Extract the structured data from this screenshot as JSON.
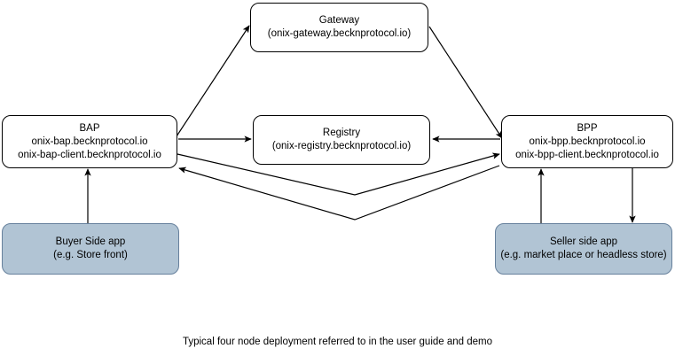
{
  "diagram": {
    "caption": "Typical four node deployment referred to in the user guide and demo",
    "colors": {
      "node_fill": "#ffffff",
      "node_stroke": "#000000",
      "shaded_fill": "#b1c4d4",
      "shaded_stroke": "#66809c",
      "connector": "#000000",
      "background": "#ffffff"
    },
    "nodes": {
      "gateway": {
        "title": "Gateway",
        "subtitle": "(onix-gateway.becknprotocol.io)"
      },
      "bap": {
        "title": "BAP",
        "host": "onix-bap.becknprotocol.io",
        "client_host": "onix-bap-client.becknprotocol.io"
      },
      "registry": {
        "title": "Registry",
        "subtitle": "(onix-registry.becknprotocol.io)"
      },
      "bpp": {
        "title": "BPP",
        "host": "onix-bpp.becknprotocol.io",
        "client_host": "onix-bpp-client.becknprotocol.io"
      },
      "buyer_app": {
        "title": "Buyer Side app",
        "subtitle": "(e.g. Store front)"
      },
      "seller_app": {
        "title": "Seller side app",
        "subtitle": "(e.g. market place or headless store)"
      }
    },
    "connectors": [
      {
        "name": "bap-to-gateway",
        "from": "bap",
        "to": "gateway",
        "arrow": "single"
      },
      {
        "name": "gateway-to-bpp",
        "from": "gateway",
        "to": "bpp",
        "arrow": "single"
      },
      {
        "name": "bap-to-registry",
        "from": "bap",
        "to": "registry",
        "arrow": "single"
      },
      {
        "name": "bpp-to-registry",
        "from": "bpp",
        "to": "registry",
        "arrow": "single"
      },
      {
        "name": "bap-to-bpp",
        "from": "bap",
        "to": "bpp",
        "arrow": "single"
      },
      {
        "name": "bpp-to-bap",
        "from": "bpp",
        "to": "bap",
        "arrow": "single"
      },
      {
        "name": "buyer-app-to-bap",
        "from": "buyer_app",
        "to": "bap",
        "arrow": "single"
      },
      {
        "name": "seller-app-to-bpp",
        "from": "seller_app",
        "to": "bpp",
        "arrow": "single"
      },
      {
        "name": "bpp-to-seller-app",
        "from": "bpp",
        "to": "seller_app",
        "arrow": "single"
      }
    ]
  }
}
